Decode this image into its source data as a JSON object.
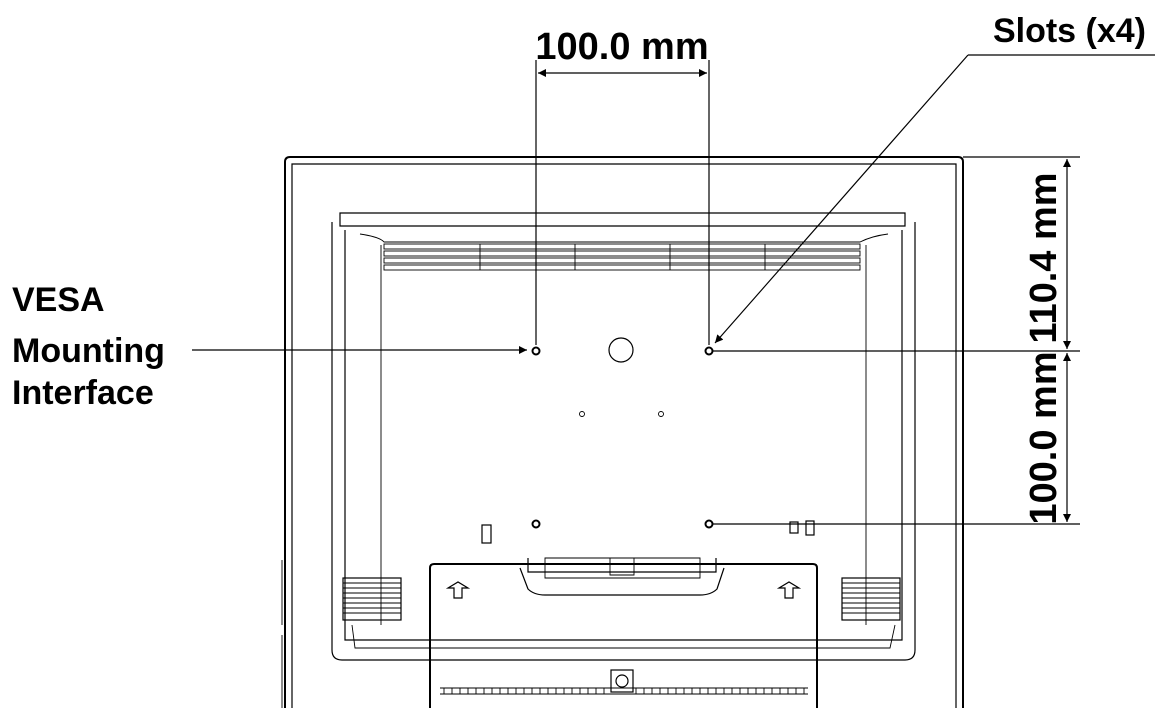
{
  "labels": {
    "vesa_line1": "VESA",
    "vesa_line2": "Mounting",
    "vesa_line3": "Interface",
    "slots": "Slots (x4)",
    "dim_horizontal": "100.0 mm",
    "dim_vertical_upper": "110.4 mm",
    "dim_vertical_lower": "100.0 mm"
  },
  "colors": {
    "line": "#000000",
    "background": "#ffffff"
  }
}
